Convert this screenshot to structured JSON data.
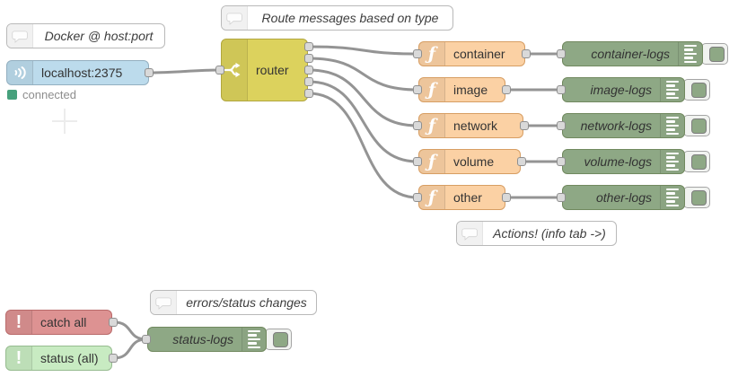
{
  "comments": {
    "docker": "Docker @ host:port",
    "route": "Route messages based on type",
    "actions": "Actions! (info tab -&gt;)",
    "actions_label": "Actions! (info tab ->)",
    "errors": "errors/status changes"
  },
  "nodes": {
    "docker_events": {
      "label": "localhost:2375",
      "status_text": "connected"
    },
    "router": {
      "label": "router"
    },
    "functions": [
      {
        "label": "container"
      },
      {
        "label": "image"
      },
      {
        "label": "network"
      },
      {
        "label": "volume"
      },
      {
        "label": "other"
      }
    ],
    "debugs": [
      {
        "label": "container-logs"
      },
      {
        "label": "image-logs"
      },
      {
        "label": "network-logs"
      },
      {
        "label": "volume-logs"
      },
      {
        "label": "other-logs"
      }
    ],
    "catch": {
      "label": "catch all"
    },
    "status": {
      "label": "status (all)"
    },
    "status_debug": {
      "label": "status-logs"
    }
  },
  "icons": {
    "comment": "speech-bubble-icon",
    "docker_events": "broadcast-waves-icon",
    "router": "fork-split-icon",
    "debug": "list-lines-icon",
    "function_glyph": "ƒ",
    "alert_glyph": "!"
  },
  "colors": {
    "wire": "#949494",
    "port_fill": "#d9d9d9",
    "docker_events_bg": "#bcdbec",
    "router_bg": "#dcd25d",
    "function_bg": "#fbd1a4",
    "debug_bg": "#8ea885",
    "catch_bg": "#dd9292",
    "status_bg": "#c8ebc2",
    "status_dot": "#46a17c",
    "comment_bg": "#ffffff"
  }
}
